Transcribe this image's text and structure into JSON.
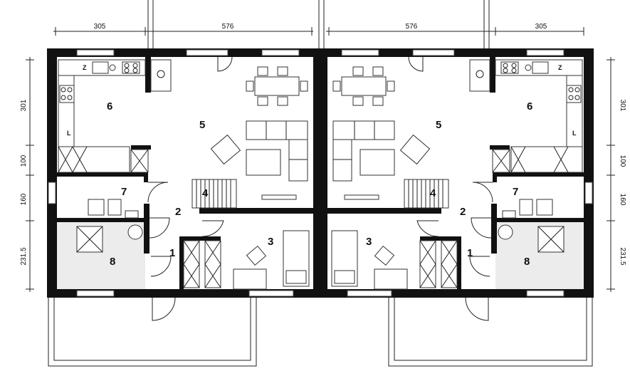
{
  "colors": {
    "wall": "#111111",
    "line": "#222222",
    "bathroom_fill": "#ececec",
    "background": "#ffffff"
  },
  "dimensions_top": [
    "305",
    "576",
    "576",
    "305"
  ],
  "dimensions_left": [
    "301",
    "100",
    "160",
    "231.5"
  ],
  "dimensions_right": [
    "301",
    "100",
    "160",
    "231.5"
  ],
  "rooms_left": [
    "1",
    "2",
    "3",
    "4",
    "5",
    "6",
    "7",
    "8"
  ],
  "rooms_right": [
    "1",
    "2",
    "3",
    "4",
    "5",
    "6",
    "7",
    "8"
  ],
  "kitchen_markers": [
    "Z",
    "L"
  ]
}
